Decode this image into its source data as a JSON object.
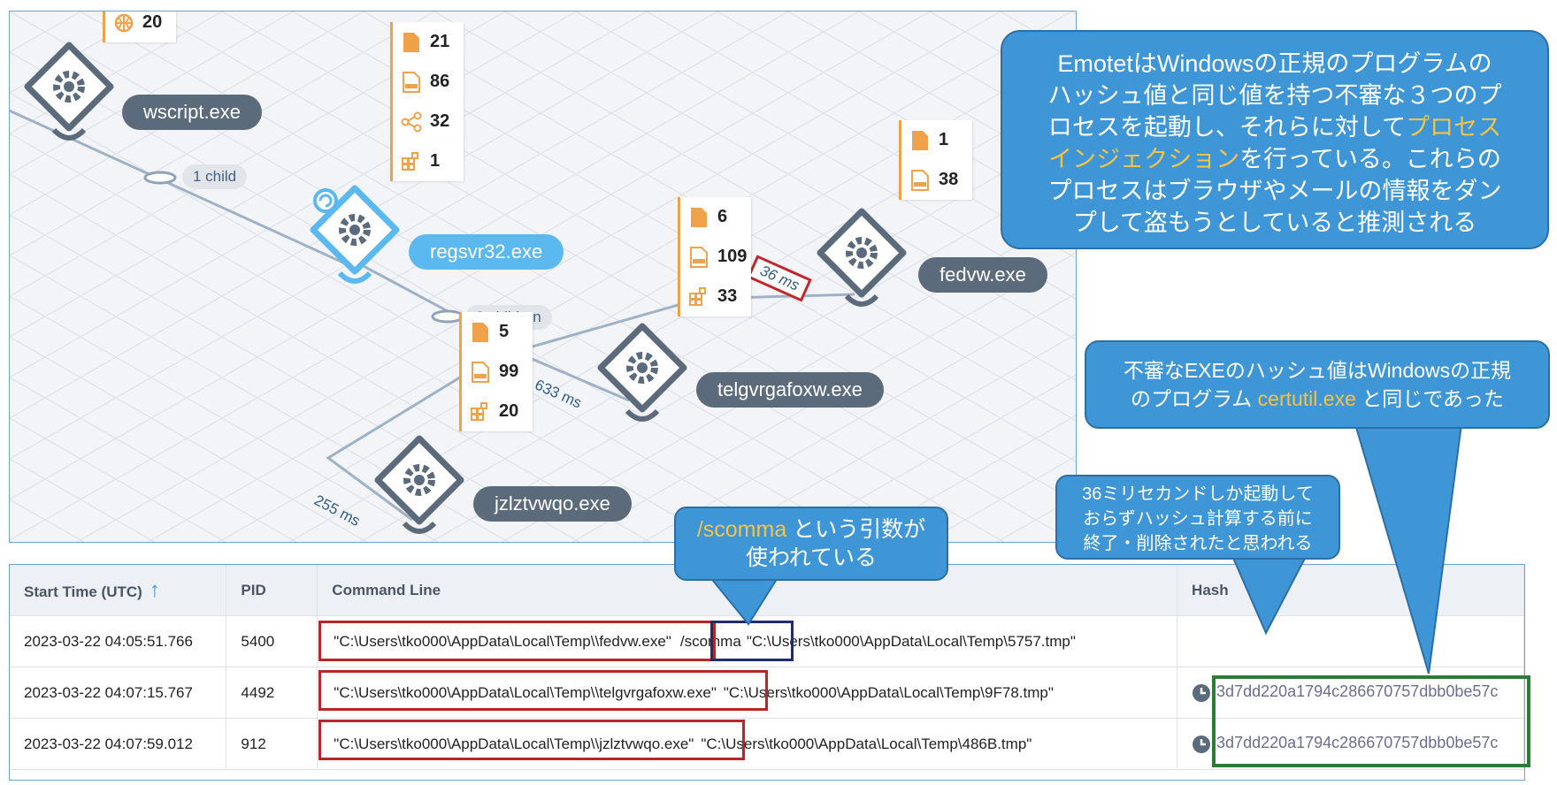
{
  "graph": {
    "nodes": {
      "wscript": "wscript.exe",
      "regsvr32": "regsvr32.exe",
      "fedvw": "fedvw.exe",
      "telgvrgafoxw": "telgvrgafoxw.exe",
      "jzlztvwqo": "jzlztvwqo.exe"
    },
    "edges": {
      "one_child": "1 child",
      "three_children": "3 children",
      "ms_36": "36 ms",
      "ms_633": "633 ms",
      "ms_255": "255 ms"
    },
    "stacks": {
      "top": [
        "20"
      ],
      "regsvr32": [
        "21",
        "86",
        "32",
        "1"
      ],
      "fedvw": [
        "1",
        "38"
      ],
      "telgvrgafoxw": [
        "6",
        "109",
        "33"
      ],
      "jzlztvwqo": [
        "5",
        "99",
        "20"
      ]
    },
    "stack_icons": {
      "top": [
        "globe-icon"
      ],
      "regsvr32": [
        "file-icon",
        "dll-icon",
        "network-icon",
        "registry-icon"
      ],
      "fedvw": [
        "file-icon",
        "dll-icon"
      ],
      "telgvrgafoxw": [
        "file-icon",
        "dll-icon",
        "registry-icon"
      ],
      "jzlztvwqo": [
        "file-icon",
        "dll-icon",
        "registry-icon"
      ]
    }
  },
  "callouts": {
    "emotet": {
      "l1": "EmotetはWindowsの正規のプログラムの",
      "l2": "ハッシュ値と同じ値を持つ不審な３つのプ",
      "l3": "ロセスを起動し、それらに対して",
      "l3_hl": "プロセス",
      "l4_hl": "インジェクション",
      "l4": "を行っている。これらの",
      "l5": "プロセスはブラウザやメールの情報をダン",
      "l6": "プして盗もうとしていると推測される"
    },
    "hash": {
      "l1": "不審なEXEのハッシュ値はWindowsの正規",
      "l2a": "のプログラム",
      "l2_hl": "certutil.exe",
      "l2b": "と同じであった"
    },
    "ms36": {
      "l1": "36ミリセカンドしか起動して",
      "l2": "おらずハッシュ計算する前に",
      "l3": "終了・削除されたと思われる"
    },
    "scomma": {
      "hl": "/scomma",
      "l1": "という引数が",
      "l2": "使われている"
    }
  },
  "table": {
    "headers": {
      "start_time": "Start Time (UTC)",
      "sort_indicator": "↑",
      "pid": "PID",
      "command_line": "Command Line",
      "hash": "Hash"
    },
    "rows": [
      {
        "start_time": "2023-03-22 04:05:51.766",
        "pid": "5400",
        "cmd_part1": "\"C:\\Users\\tko000\\AppData\\Local\\Temp\\\\fedvw.exe\"",
        "cmd_part2": "/scomma",
        "cmd_part3": "\"C:\\Users\\tko000\\AppData\\Local\\Temp\\5757.tmp\"",
        "hash": ""
      },
      {
        "start_time": "2023-03-22 04:07:15.767",
        "pid": "4492",
        "cmd_part1": "\"C:\\Users\\tko000\\AppData\\Local\\Temp\\\\telgvrgafoxw.exe\"",
        "cmd_part2": "",
        "cmd_part3": "\"C:\\Users\\tko000\\AppData\\Local\\Temp\\9F78.tmp\"",
        "hash": "3d7dd220a1794c286670757dbb0be57c"
      },
      {
        "start_time": "2023-03-22 04:07:59.012",
        "pid": "912",
        "cmd_part1": "\"C:\\Users\\tko000\\AppData\\Local\\Temp\\\\jzlztvwqo.exe\"",
        "cmd_part2": "",
        "cmd_part3": "\"C:\\Users\\tko000\\AppData\\Local\\Temp\\486B.tmp\"",
        "hash": "3d7dd220a1794c286670757dbb0be57c"
      }
    ]
  },
  "colors": {
    "callout_blue": "#3e96d6",
    "highlight_yellow": "#f5c343",
    "node_grey": "#5b6b7c",
    "node_active": "#5bb9f0",
    "box_red": "#b8262b",
    "box_navy": "#1f2e6a",
    "box_green": "#2e7b37",
    "stack_orange": "#f0a24b"
  }
}
